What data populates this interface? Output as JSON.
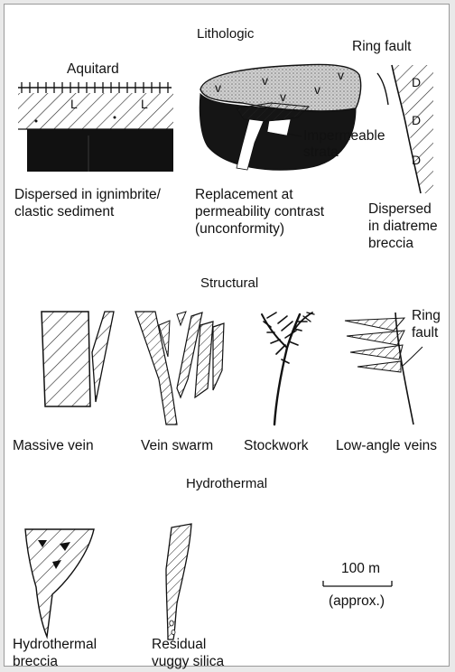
{
  "sections": {
    "lithologic": "Lithologic",
    "structural": "Structural",
    "hydrothermal": "Hydrothermal"
  },
  "lithologic": {
    "aquitard_label": "Aquitard",
    "ignimbrite_marker": "L",
    "volcanic_marker": "v",
    "impermeable_label": "Impermeable\nstrata",
    "ring_fault_label": "Ring fault",
    "breccia_marker": "D",
    "caption_ignimbrite": "Dispersed in ignimbrite/\nclastic sediment",
    "caption_replacement": "Replacement at\npermeability contrast\n(unconformity)",
    "caption_diatreme": "Dispersed\nin diatreme\nbreccia"
  },
  "structural": {
    "ring_fault_label": "Ring\nfault",
    "caption_massive_vein": "Massive vein",
    "caption_vein_swarm": "Vein swarm",
    "caption_stockwork": "Stockwork",
    "caption_low_angle": "Low-angle veins"
  },
  "hydrothermal": {
    "caption_breccia": "Hydrothermal\nbreccia",
    "caption_vuggy": "Residual\nvuggy silica"
  },
  "scale": {
    "distance": "100 m",
    "note": "(approx.)"
  }
}
